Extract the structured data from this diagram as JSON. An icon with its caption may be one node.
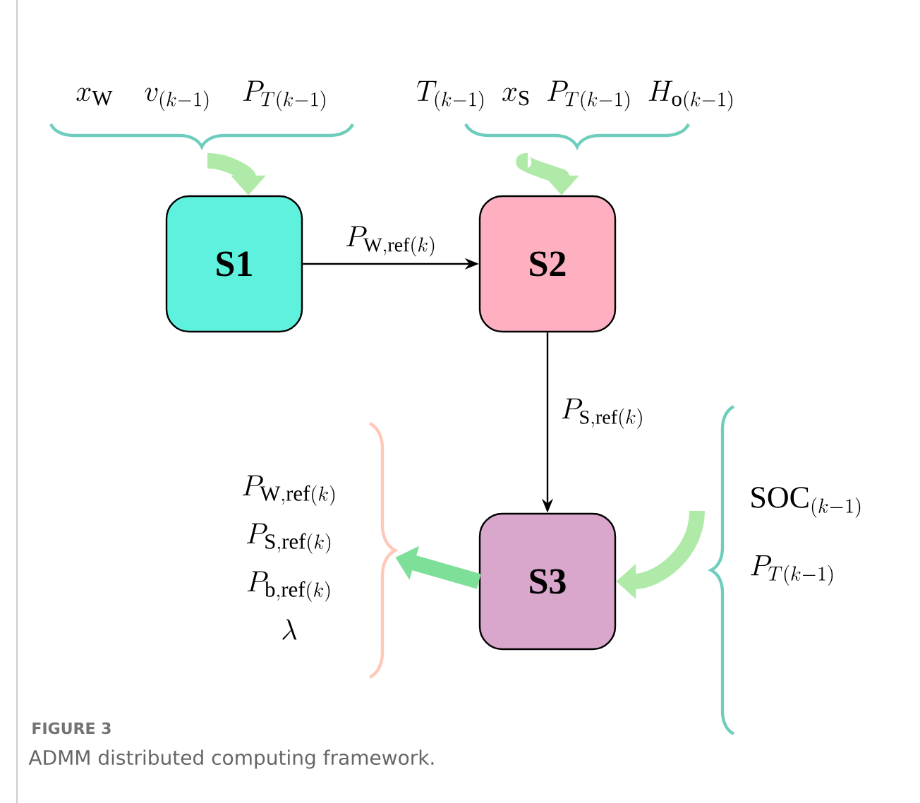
{
  "diagram": {
    "title": "FIGURE 3",
    "caption": "ADMM distributed computing framework.",
    "nodes": [
      {
        "text": [
          "S1"
        ]
      },
      {
        "text": [
          "S2"
        ]
      },
      {
        "text": [
          "S3"
        ]
      },
      {
        "text": [
          "x_{\\mathrm{W}}",
          "v_{(k-1)}",
          "P_{T(k-1)}"
        ]
      },
      {
        "text": [
          "T_{(k-1)}",
          "x_{\\mathrm{S}}",
          "P_{T(k-1)}",
          "H_{\\mathrm{o}(k-1)}"
        ]
      },
      {
        "text": [
          "\\mathrm{SOC}_{(k-1)}",
          "P_{T(k-1)}"
        ]
      },
      {
        "text": [
          "P_{\\mathrm{W,ref}(k)}",
          "P_{\\mathrm{S,ref}(k)}",
          "P_{\\mathrm{b,ref}(k)}",
          "\\lambda"
        ]
      }
    ],
    "edges": [
      {
        "from": 3,
        "to": 0,
        "arrow": "to"
      },
      {
        "from": 4,
        "to": 1,
        "arrow": "to"
      },
      {
        "from": 0,
        "to": 1,
        "arrow": "to",
        "label": "P_{\\mathrm{W,ref}(k)}",
        "color": "#000000"
      },
      {
        "from": 1,
        "to": 2,
        "arrow": "to",
        "label": "P_{\\mathrm{S,ref}(k)}",
        "color": "#000000"
      },
      {
        "from": 5,
        "to": 2,
        "arrow": "to"
      },
      {
        "from": 2,
        "to": 6,
        "arrow": "to",
        "color": "#7ddf98"
      }
    ]
  }
}
